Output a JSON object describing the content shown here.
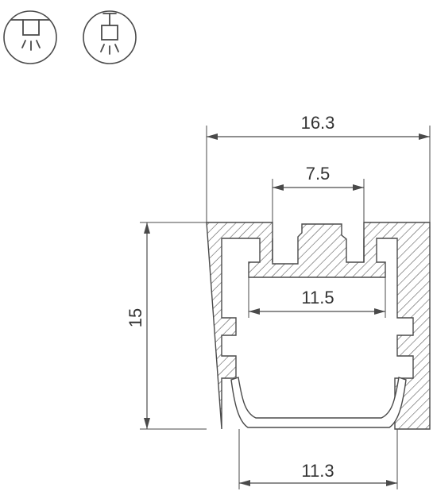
{
  "icons": [
    {
      "name": "ceiling-recessed-mount-icon",
      "kind": "surface"
    },
    {
      "name": "pendant-suspended-mount-icon",
      "kind": "pendant"
    }
  ],
  "dimensions": {
    "overall_width": "16.3",
    "top_slot_width": "7.5",
    "inner_width": "11.5",
    "height": "15",
    "diffuser_width": "11.3"
  },
  "colors": {
    "line": "#4a4a4a",
    "hatch": "#4a4a4a",
    "text": "#333333",
    "background": "#ffffff"
  }
}
